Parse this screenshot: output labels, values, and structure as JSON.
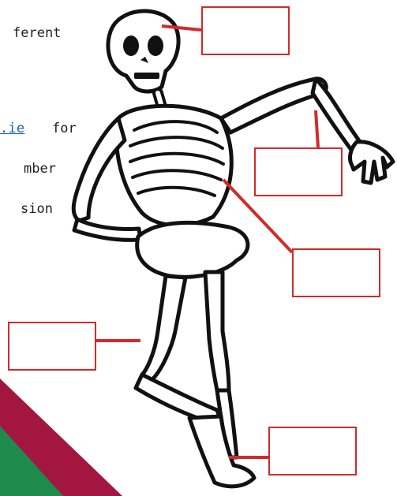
{
  "text_lines": {
    "line1": "ferent",
    "line2_link": ".ie",
    "line2_tail": "for",
    "line3": "mber",
    "line4": "sion"
  },
  "labels": {
    "skull": "",
    "arm": "",
    "ribs": "",
    "leg": "",
    "foot": ""
  },
  "colors": {
    "label_border": "#d22a2a",
    "leader_line": "#d22a2a",
    "band_maroon": "#a3163f",
    "band_green": "#1e8a4b",
    "link": "#1a5fb4"
  },
  "icons": {
    "figure": "skeleton-illustration-icon"
  }
}
